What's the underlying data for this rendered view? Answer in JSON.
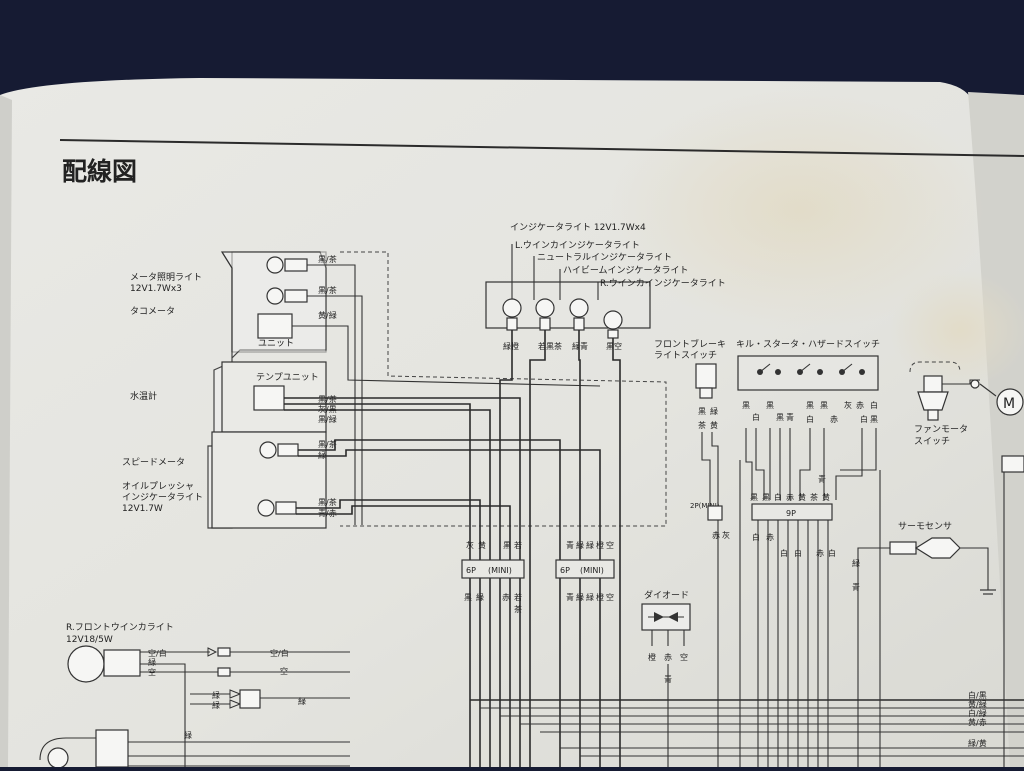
{
  "title": "配線図",
  "indicator": {
    "header": "インジケータライト 12V1.7Wx4",
    "lamps": [
      "L.ウインカインジケータライト",
      "ニュートラルインジケータライト",
      "ハイビームインジケータライト",
      "R.ウインカインジケータライト"
    ],
    "wires": [
      "緑橙",
      "若黒茶",
      "緑青",
      "黒空"
    ]
  },
  "meter": {
    "illum_label": "メータ照明ライト",
    "illum_spec": "12V1.7Wx3",
    "tacho": "タコメータ",
    "unit": "ユニット",
    "water": "水温計",
    "temp_unit": "テンプユニット",
    "speedo": "スピードメータ",
    "oil1": "オイルプレッシャ",
    "oil2": "インジケータライト",
    "oil_spec": "12V1.7W",
    "wires": [
      "黒/茶",
      "黒/茶",
      "黄/緑",
      "黒/茶",
      "灰/黒",
      "黒/緑",
      "黒/茶",
      "緑",
      "黒/茶",
      "青/赤"
    ]
  },
  "brake": {
    "l1": "フロントブレーキ",
    "l2": "ライトスイッチ",
    "wires": [
      "黒",
      "緑",
      "茶",
      "黄"
    ]
  },
  "kill": {
    "label": "キル・スタータ・ハザードスイッチ",
    "wires": [
      "黒",
      "白",
      "黒",
      "黒",
      "青",
      "黒",
      "黒",
      "灰",
      "赤",
      "白"
    ],
    "wires2": [
      "白",
      "赤",
      "青",
      "白",
      "黒"
    ]
  },
  "fan": {
    "l1": "ファンモータ",
    "l2": "スイッチ",
    "motor": "M"
  },
  "thermo": {
    "label": "サーモセンサ",
    "wires": [
      "緑",
      "青"
    ]
  },
  "diode": {
    "label": "ダイオード",
    "wires": [
      "橙",
      "赤",
      "空"
    ],
    "out": "青"
  },
  "conn": {
    "c1": "6P",
    "c1b": "(MINI)",
    "c2": "6P",
    "c2b": "(MINI)",
    "c3": "9P",
    "c1top": [
      "灰",
      "黄",
      "黒",
      "若"
    ],
    "c1bottom": [
      "黒",
      "緑",
      "赤",
      "若",
      "茶"
    ],
    "c2top": [
      "青",
      "緑",
      "緑",
      "橙",
      "空"
    ],
    "c2bottom": [
      "青",
      "緑",
      "緑",
      "橙",
      "空"
    ],
    "bl_pin": "2P(MINI)",
    "bl_wires": [
      "赤",
      "灰"
    ],
    "c3top": [
      "黒",
      "黒",
      "白",
      "赤",
      "黄",
      "茶",
      "黄"
    ],
    "c3bottom": [
      "白",
      "赤",
      "白",
      "白",
      "赤",
      "白"
    ]
  },
  "front_winker": {
    "label": "R.フロントウインカライト",
    "spec": "12V18/5W",
    "wires": [
      "空/白",
      "緑",
      "空",
      "緑",
      "緑"
    ],
    "outs": [
      "空/白",
      "空",
      "緑"
    ]
  },
  "harness": [
    "白/黒",
    "黄/緑",
    "白/緑",
    "黄/赤",
    "緑/黄"
  ]
}
